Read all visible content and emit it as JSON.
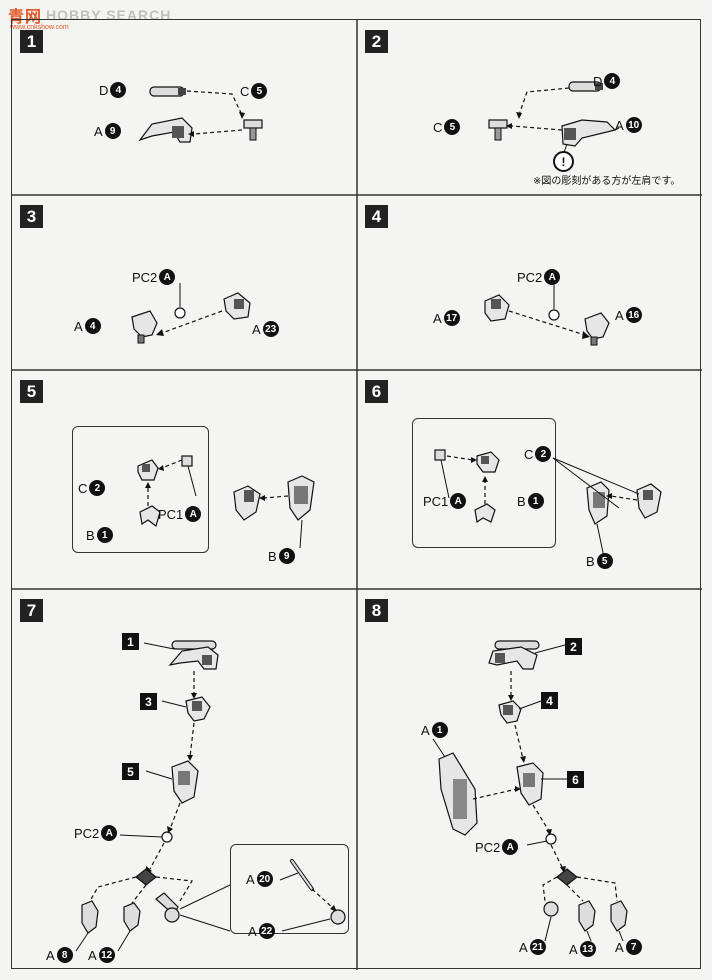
{
  "watermark": {
    "cn": "青网",
    "en": "HOBBY SEARCH",
    "url": "www.cnkshow.com"
  },
  "steps": [
    "1",
    "2",
    "3",
    "4",
    "5",
    "6",
    "7",
    "8"
  ],
  "p1": {
    "d": "D",
    "d_n": "4",
    "c": "C",
    "c_n": "5",
    "a": "A",
    "a_n": "9"
  },
  "p2": {
    "d": "D",
    "d_n": "4",
    "a": "A",
    "a_n": "10",
    "c": "C",
    "c_n": "5",
    "warn": "!",
    "note": "※図の彫刻がある方が左肩です。"
  },
  "p3": {
    "pc": "PC2",
    "pc_n": "A",
    "a1": "A",
    "a1_n": "4",
    "a2": "A",
    "a2_n": "23"
  },
  "p4": {
    "pc": "PC2",
    "pc_n": "A",
    "a1": "A",
    "a1_n": "17",
    "a2": "A",
    "a2_n": "16"
  },
  "p5": {
    "c": "C",
    "c_n": "2",
    "pc": "PC1",
    "pc_n": "A",
    "b1": "B",
    "b1_n": "1",
    "b2": "B",
    "b2_n": "9"
  },
  "p6": {
    "c": "C",
    "c_n": "2",
    "pc": "PC1",
    "pc_n": "A",
    "b1": "B",
    "b1_n": "1",
    "b2": "B",
    "b2_n": "5"
  },
  "p7": {
    "s1": "1",
    "s3": "3",
    "s5": "5",
    "pc": "PC2",
    "pc_n": "A",
    "a8": "A",
    "a8_n": "8",
    "a12": "A",
    "a12_n": "12",
    "a20": "A",
    "a20_n": "20",
    "a22": "A",
    "a22_n": "22"
  },
  "p8": {
    "s2": "2",
    "s4": "4",
    "s6": "6",
    "a1": "A",
    "a1_n": "1",
    "pc": "PC2",
    "pc_n": "A",
    "a21": "A",
    "a21_n": "21",
    "a13": "A",
    "a13_n": "13",
    "a7": "A",
    "a7_n": "7"
  }
}
